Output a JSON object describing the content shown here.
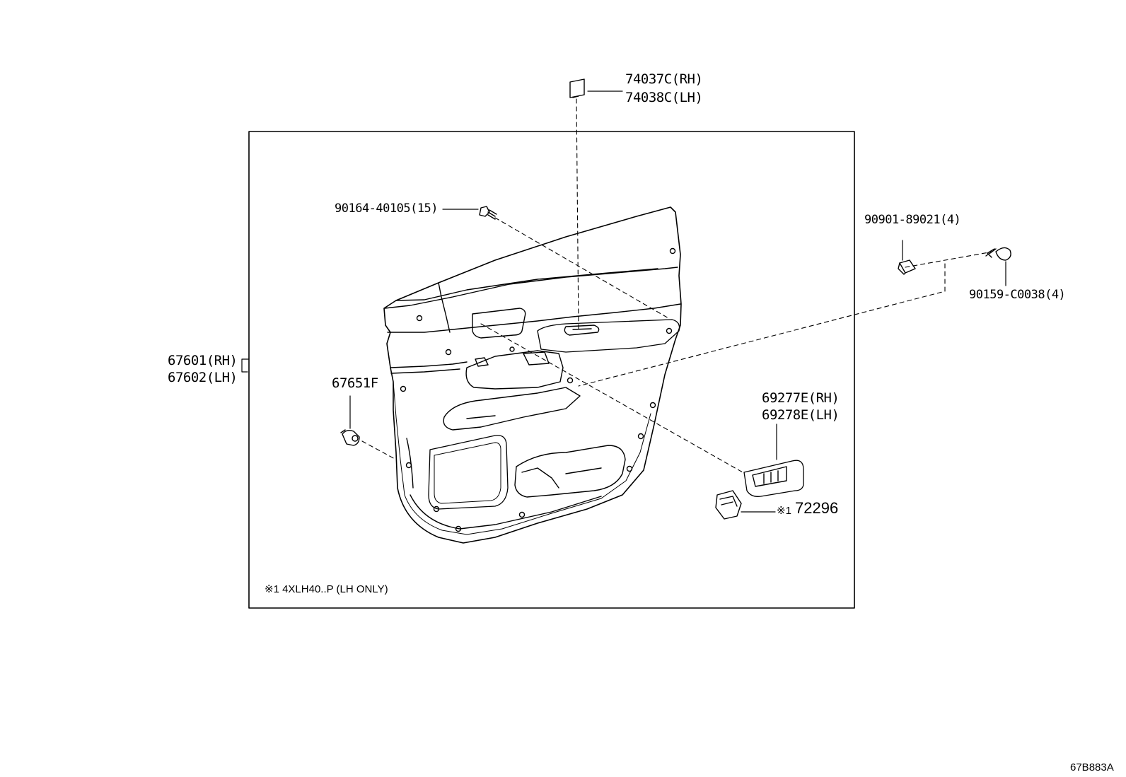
{
  "parts": {
    "cover_rh": "74037C(RH)",
    "cover_lh": "74038C(LH)",
    "screw": "90164-40105(15)",
    "clip_nut": "90901-89021(4)",
    "bolt": "90159-C0038(4)",
    "panel_rh": "67601(RH)",
    "panel_lh": "67602(LH)",
    "retainer": "67651F",
    "bezel_rh": "69277E(RH)",
    "bezel_lh": "69278E(LH)",
    "switch_mark": "※1",
    "switch": "72296"
  },
  "note": "※1 4XLH40..P (LH ONLY)",
  "diagram_code": "67B883A",
  "colors": {
    "line": "#000000",
    "background": "#ffffff"
  }
}
